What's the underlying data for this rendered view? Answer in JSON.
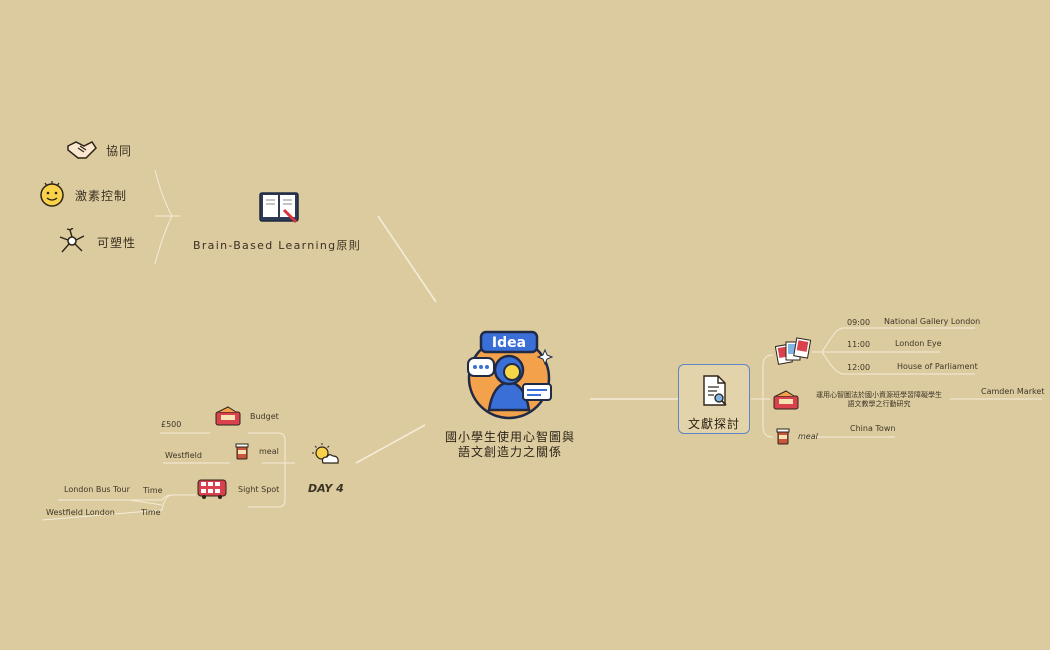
{
  "central": {
    "title_line1": "國小學生使用心智圖與",
    "title_line2": "語文創造力之關係",
    "icon": "idea-lightbulb-icon"
  },
  "left_top": {
    "topic": "Brain-Based Learning原則",
    "icon": "open-book-pen-icon",
    "children": [
      {
        "label": "協同",
        "icon": "handshake-icon"
      },
      {
        "label": "激素控制",
        "icon": "smiley-face-icon"
      },
      {
        "label": "可塑性",
        "icon": "neuron-icon"
      }
    ]
  },
  "left_bottom": {
    "topic": "DAY 4",
    "icon": "sun-cloud-icon",
    "budget": {
      "label": "Budget",
      "value": "£500",
      "icon": "wallet-icon"
    },
    "meal": {
      "label": "meal",
      "value": "Westfield",
      "icon": "coffee-cup-icon"
    },
    "sight": {
      "label": "Sight Spot",
      "icon": "double-decker-bus-icon",
      "items": [
        {
          "time": "Time",
          "place": "London Bus Tour"
        },
        {
          "time": "Time",
          "place": "Westfield London"
        }
      ]
    }
  },
  "right": {
    "topic": "文獻探討",
    "icon": "document-search-icon",
    "photos": {
      "icon": "photos-icon",
      "items": [
        {
          "time": "09:00",
          "place": "National Gallery London"
        },
        {
          "time": "11:00",
          "place": "London Eye"
        },
        {
          "time": "12:00",
          "place": "House of Parliament"
        }
      ]
    },
    "paper": {
      "icon": "wallet-icon",
      "line1": "運用心智圖法於國小資源班學習障礙學生",
      "line2": "語文教學之行動研究",
      "child": "Camden Market"
    },
    "meal": {
      "icon": "coffee-cup-icon",
      "label": "meal",
      "child": "China Town"
    }
  }
}
